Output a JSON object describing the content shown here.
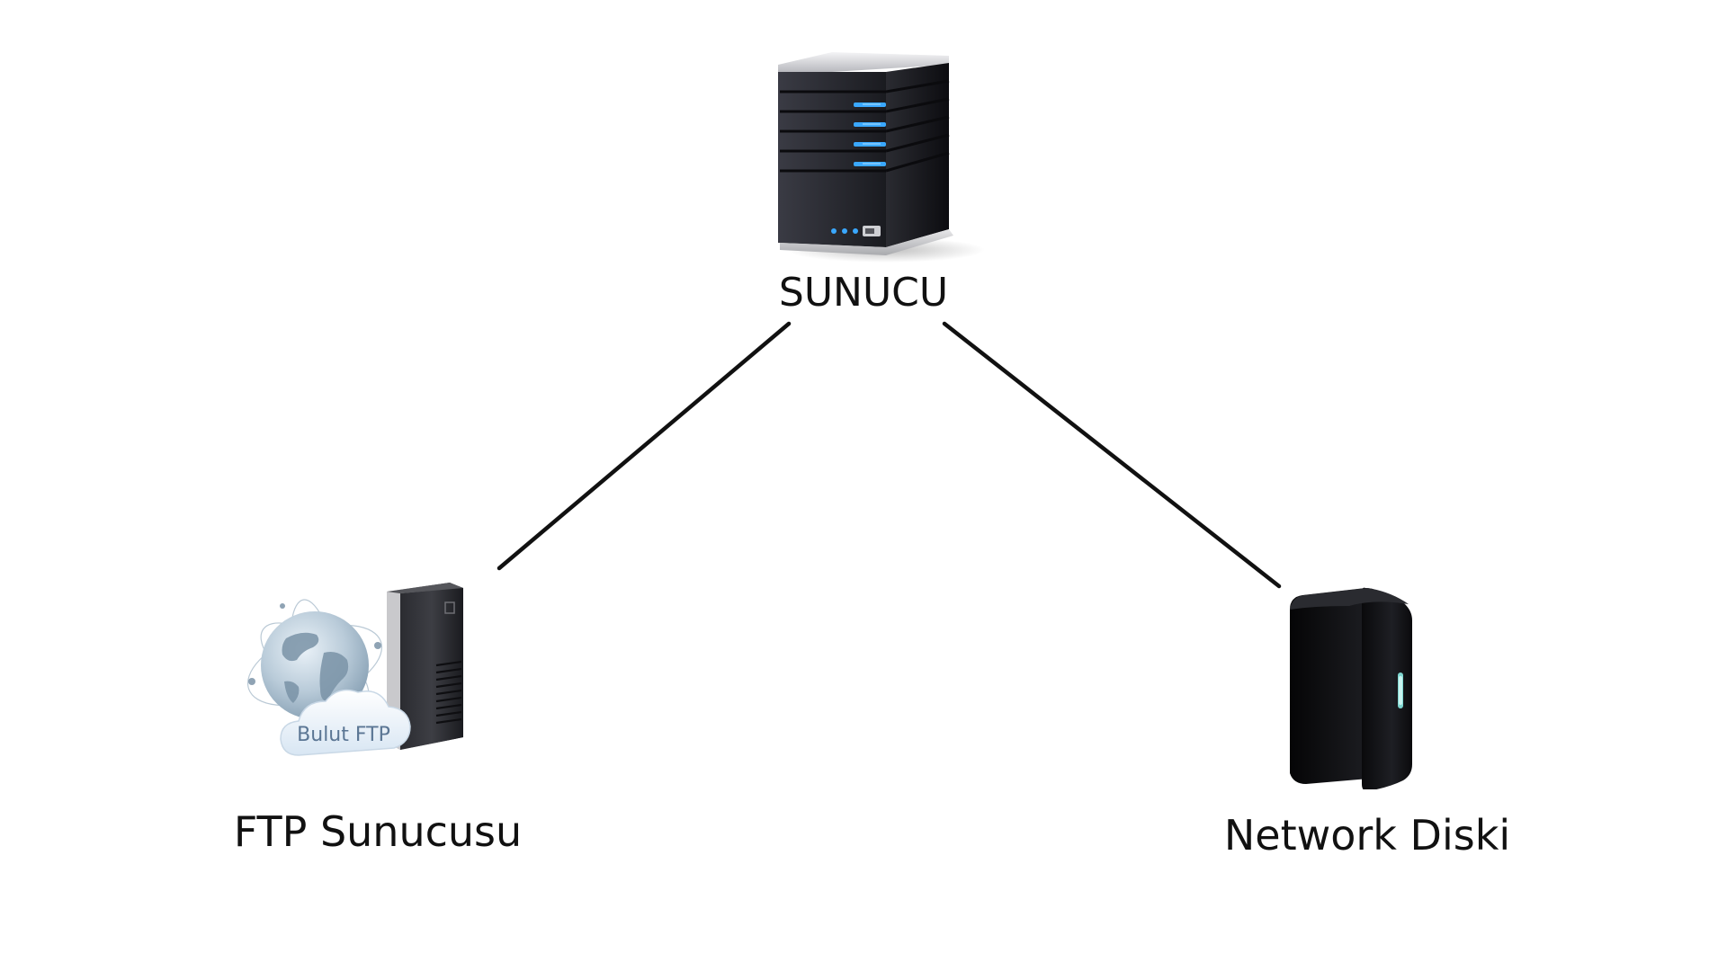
{
  "diagram": {
    "nodes": {
      "server": {
        "label": "SUNUCU",
        "icon": "rack-server-icon"
      },
      "ftp": {
        "label": "FTP Sunucusu",
        "icon": "ftp-tower-cloud-icon",
        "cloud_text": "Bulut FTP"
      },
      "disk": {
        "label": "Network Diski",
        "icon": "external-drive-icon"
      }
    },
    "edges": [
      {
        "from": "server",
        "to": "ftp"
      },
      {
        "from": "server",
        "to": "disk"
      }
    ],
    "colors": {
      "line": "#111111",
      "led": "#3aa8ff",
      "device_dark": "#1c1d22"
    }
  }
}
